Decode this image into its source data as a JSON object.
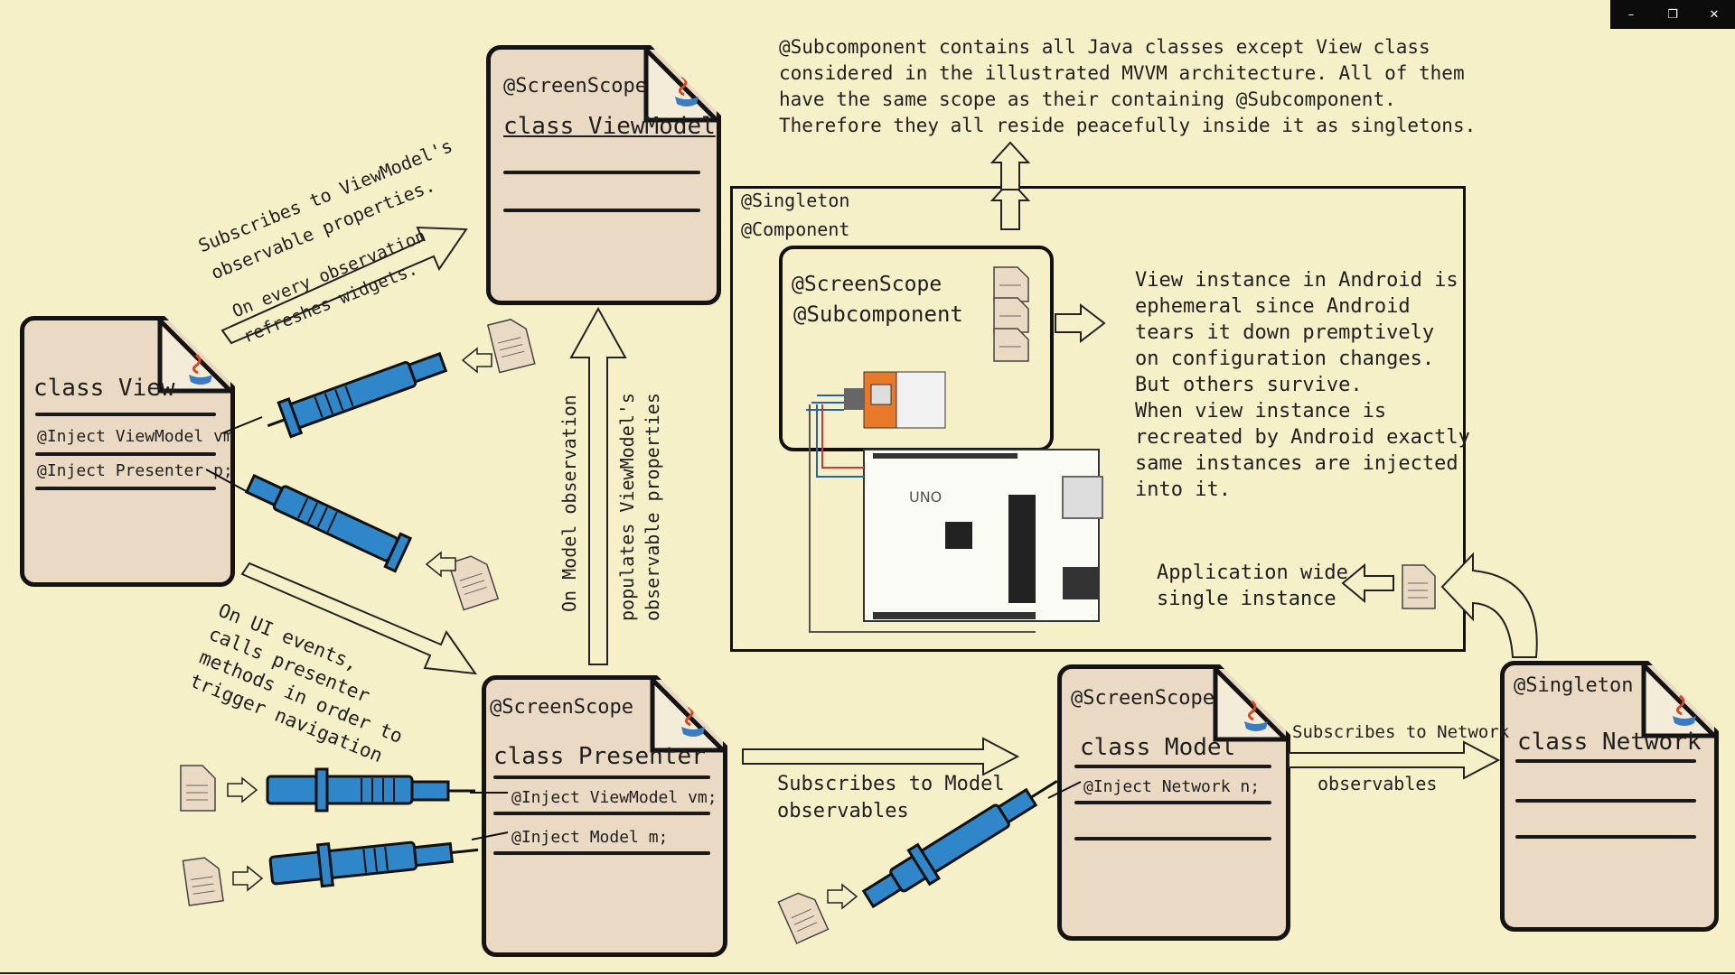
{
  "window_controls": {
    "minimize": "–",
    "restore": "❐",
    "close": "✕"
  },
  "view_card": {
    "title": "class View",
    "fields": [
      "@Inject ViewModel vm;",
      "@Inject Presenter p;"
    ]
  },
  "viewmodel_card": {
    "scope": "@ScreenScope",
    "title": "class ViewModel"
  },
  "presenter_card": {
    "scope": "@ScreenScope",
    "title": "class Presenter",
    "fields": [
      "@Inject ViewModel vm;",
      "@Inject Model m;"
    ]
  },
  "model_card": {
    "scope": "@ScreenScope",
    "title": "class Model",
    "fields": [
      "@Inject Network n;"
    ]
  },
  "network_card": {
    "scope": "@Singleton",
    "title": "class Network"
  },
  "component_box": {
    "annotations": [
      "@Singleton",
      "@Component"
    ],
    "subcomponent_annotations": [
      "@ScreenScope",
      "@Subcomponent"
    ]
  },
  "notes": {
    "subcomponent_note": "@Subcomponent contains all Java classes except View class\nconsidered in the illustrated MVVM architecture. All of them\nhave the same scope as their containing @Subcomponent.\nTherefore they all reside peacefully inside it as singletons.",
    "view_instance_note": "View instance in Android is\nephemeral since Android\ntears it down premptively\non configuration changes.\nBut others survive.\nWhen view instance is\nrecreated by Android exactly\nsame instances are injected\ninto it.",
    "app_wide": "Application wide\nsingle instance"
  },
  "arrow_labels": {
    "subscribes_vm_1": "Subscribes to ViewModel's",
    "subscribes_vm_2": "observable properties.",
    "refresh_1": "On every observation",
    "refresh_2": "refreshes widgets.",
    "model_observation": "On Model observation",
    "populates_1": "populates ViewModel's",
    "populates_2": "observable properties",
    "ui_events": "On UI events,\ncalls presenter\nmethods in order to\ntrigger navigation",
    "subscribes_model": "Subscribes to Model\nobservables",
    "subscribes_network_1": "Subscribes to Network",
    "subscribes_network_2": "observables"
  },
  "board": {
    "brand": "UNO"
  },
  "colors": {
    "background": "#f6f0c8",
    "card": "#ead9c3",
    "syringe_blue": "#2f86c8",
    "module_orange": "#e8782a"
  },
  "icons": [
    "java-icon",
    "syringe-icon",
    "document-icon",
    "arrow-icon",
    "arduino-board-icon",
    "module-icon"
  ]
}
